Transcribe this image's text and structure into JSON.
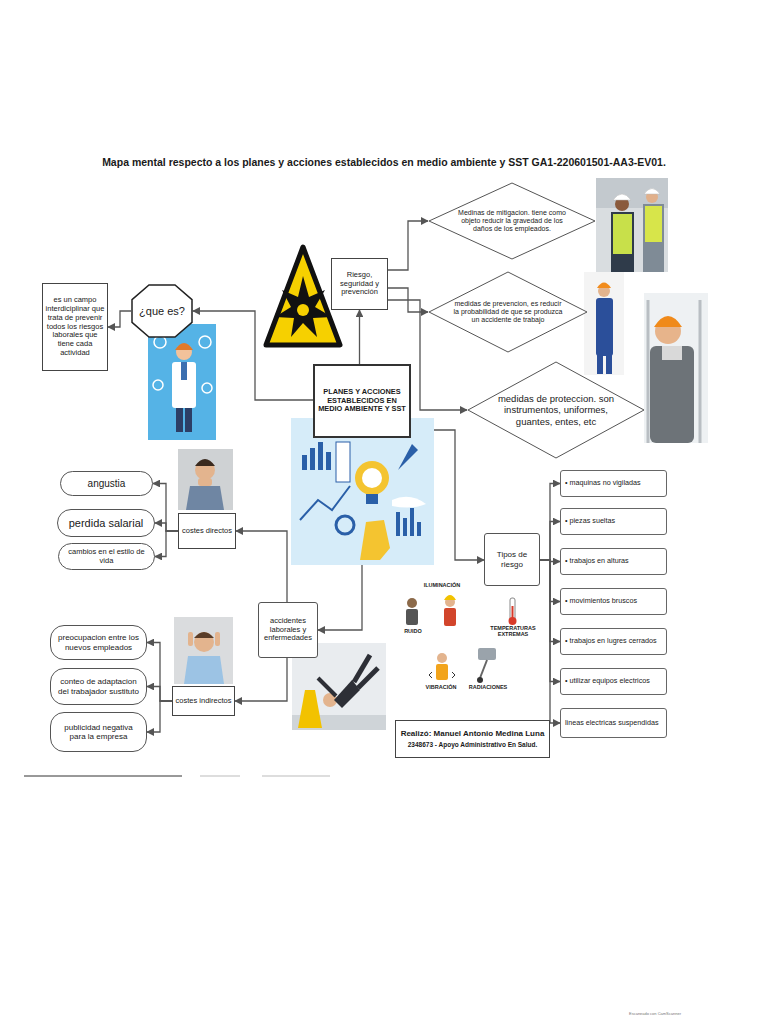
{
  "diagram": {
    "title": "Mapa mental respecto a los planes y acciones establecidos en medio ambiente y SST GA1-220601501-AA3-EV01.",
    "nodes": [
      {
        "text": [
          "es un campo interdiciplinar que trata de prevenir todos los riesgos laborales que tiene cada actividad"
        ]
      },
      {
        "text": [
          "¿que es?"
        ]
      },
      {
        "text": [
          "Riesgo, seguridad y prevención"
        ]
      },
      {
        "text": [
          "Medinas de mitigacion. tiene como objeto reducir la gravedad de los daños de los empleados."
        ]
      },
      {
        "text": [
          "medidas de prevencion, es reducir la probabilidad de que se produzca un accidente de trabajo"
        ]
      },
      {
        "text": [
          "PLANES Y ACCIONES ESTABLECIDOS EN MEDIO AMBIENTE Y SST"
        ]
      },
      {
        "text": [
          "medidas de proteccion. son instrumentos, uniformes, guantes, entes, etc"
        ]
      },
      {
        "text": [
          "angustia"
        ]
      },
      {
        "text": [
          "perdida salarial"
        ]
      },
      {
        "text": [
          "cambios en el estilo de vida"
        ]
      },
      {
        "text": [
          "costes directos"
        ]
      },
      {
        "text": [
          "Tipos de riesgo"
        ]
      },
      {
        "text": [
          "• maquinas no vigiladas"
        ]
      },
      {
        "text": [
          "• piezas sueltas"
        ]
      },
      {
        "text": [
          "• trabajos en alturas"
        ]
      },
      {
        "text": [
          "• movimientos bruscos"
        ]
      },
      {
        "text": [
          "• trabajos en lugres cerrados"
        ]
      },
      {
        "text": [
          "• utilizar equipos electricos"
        ]
      },
      {
        "text": [
          "lineas electricas suspendidas"
        ]
      },
      {
        "text": [
          "accidentes laborales y enfermedades"
        ]
      },
      {
        "text": [
          "preocupacion entre los nuevos empleados"
        ]
      },
      {
        "text": [
          "conteo de adaptacion del trabajador sustituto"
        ]
      },
      {
        "text": [
          "costes indirectos"
        ]
      },
      {
        "text": [
          "publicidad negativa para la empresa"
        ]
      },
      {
        "text": [
          "Realizó: Manuel Antonio Medina Luna",
          "2348673 - Apoyo Administrativo En Salud."
        ]
      }
    ],
    "edges": [
      {
        "from": 5,
        "to": 1,
        "arrow": "to"
      },
      {
        "from": 1,
        "to": 0,
        "arrow": "to"
      },
      {
        "from": 5,
        "to": 2,
        "arrow": "to"
      },
      {
        "from": 2,
        "to": 3,
        "arrow": "to"
      },
      {
        "from": 2,
        "to": 4,
        "arrow": "to"
      },
      {
        "from": 2,
        "to": 6,
        "arrow": "to"
      },
      {
        "from": 5,
        "to": 11,
        "arrow": "to"
      },
      {
        "from": 11,
        "to": 12,
        "arrow": "to"
      },
      {
        "from": 11,
        "to": 13,
        "arrow": "to"
      },
      {
        "from": 11,
        "to": 14,
        "arrow": "to"
      },
      {
        "from": 11,
        "to": 15,
        "arrow": "to"
      },
      {
        "from": 11,
        "to": 16,
        "arrow": "to"
      },
      {
        "from": 11,
        "to": 17,
        "arrow": "to"
      },
      {
        "from": 11,
        "to": 18,
        "arrow": "to"
      },
      {
        "from": 5,
        "to": 19,
        "arrow": "to"
      },
      {
        "from": 19,
        "to": 10,
        "arrow": "to"
      },
      {
        "from": 19,
        "to": 22,
        "arrow": "to"
      },
      {
        "from": 10,
        "to": 7,
        "arrow": "to"
      },
      {
        "from": 10,
        "to": 8,
        "arrow": "to"
      },
      {
        "from": 10,
        "to": 9,
        "arrow": "to"
      },
      {
        "from": 22,
        "to": 20,
        "arrow": "to"
      },
      {
        "from": 22,
        "to": 21,
        "arrow": "to"
      },
      {
        "from": 22,
        "to": 23,
        "arrow": "to"
      }
    ],
    "labels": [
      "ILUMINACIÓN",
      "RUIDO",
      "TEMPERATURAS EXTREMAS",
      "VIBRACIÓN",
      "RADIACIONES",
      "Escaneado con CamScanner"
    ]
  }
}
